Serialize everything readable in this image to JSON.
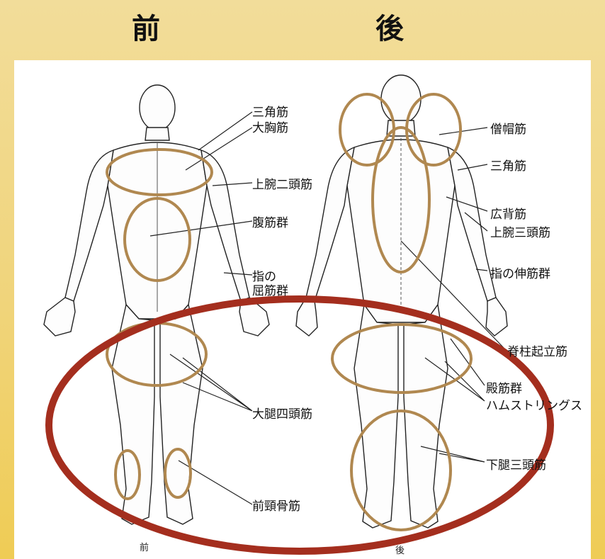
{
  "headers": {
    "front": "前",
    "back": "後"
  },
  "captions": {
    "front": "前",
    "back": "後"
  },
  "front_labels": {
    "deltoid": "三角筋",
    "pectoralis": "大胸筋",
    "biceps": "上腕二頭筋",
    "abdominals": "腹筋群",
    "finger_flexors_1": "指の",
    "finger_flexors_2": "屈筋群",
    "quadriceps": "大腿四頭筋",
    "tibialis": "前頸骨筋"
  },
  "back_labels": {
    "trapezius": "僧帽筋",
    "deltoid": "三角筋",
    "latissimus": "広背筋",
    "triceps": "上腕三頭筋",
    "finger_extensors": "指の伸筋群",
    "erector_spinae": "脊柱起立筋",
    "gluteus": "殿筋群",
    "hamstrings": "ハムストリングス",
    "triceps_surae": "下腿三頭筋"
  },
  "colors": {
    "highlight_ring": "#b08850",
    "big_ring": "#a42e1e",
    "line": "#222222"
  }
}
